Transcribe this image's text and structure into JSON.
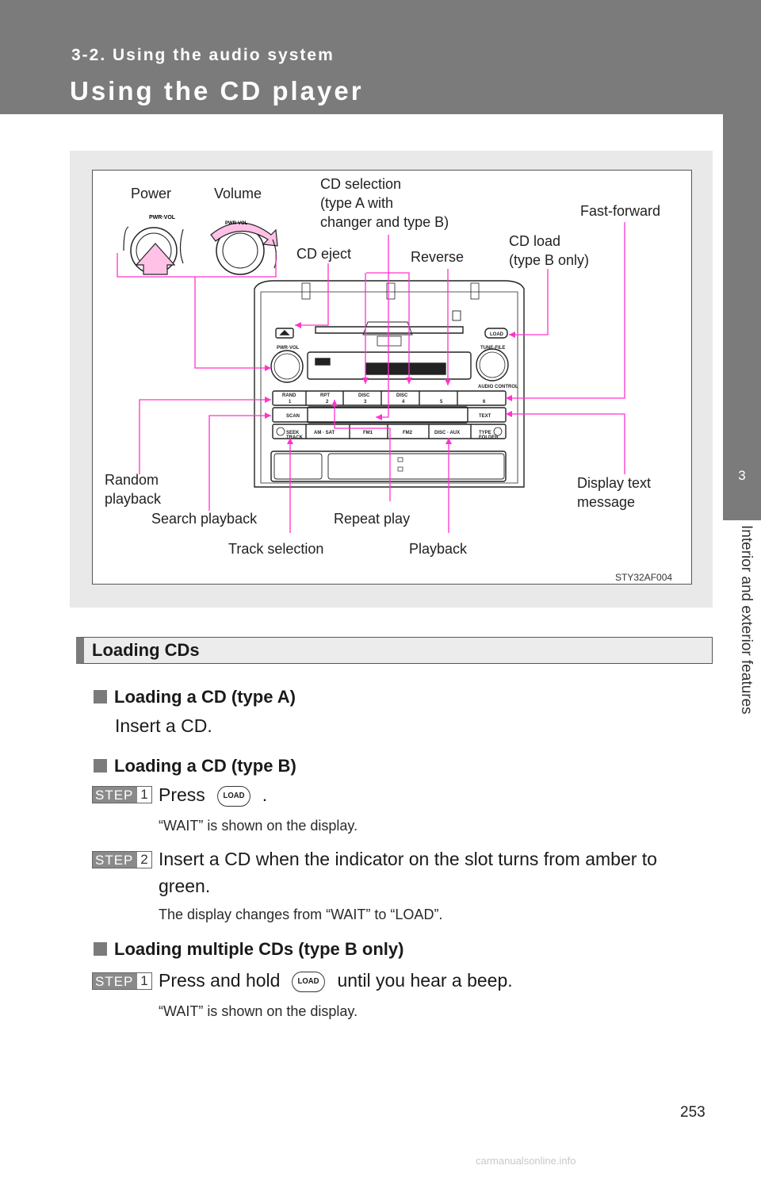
{
  "header": {
    "section": "3-2. Using the audio system",
    "title": "Using the CD player"
  },
  "side_tab": {
    "chapter_number": "3",
    "chapter_title": "Interior and exterior features"
  },
  "figure": {
    "image_code": "STY32AF004",
    "labels": {
      "power": "Power",
      "volume": "Volume",
      "cd_selection": "CD selection\n(type A with\nchanger and type B)",
      "fast_forward": "Fast-forward",
      "cd_eject": "CD eject",
      "reverse": "Reverse",
      "cd_load": "CD load\n(type B only)",
      "random_playback": "Random\nplayback",
      "display_text": "Display text\nmessage",
      "search_playback": "Search playback",
      "repeat_play": "Repeat play",
      "track_selection": "Track selection",
      "playback": "Playback"
    },
    "panel_text": {
      "pwr_vol": "PWR·VOL",
      "tune_file": "TUNE·FILE",
      "load": "LOAD",
      "audio_control": "AUDIO CONTROL",
      "rand": "RAND",
      "rpt": "RPT",
      "disc": "DISC",
      "scan": "SCAN",
      "text": "TEXT",
      "seek_track": "SEEK\nTRACK",
      "am_sat": "AM · SAT",
      "fm1": "FM1",
      "fm2": "FM2",
      "disc_aux": "DISC · AUX",
      "type_folder": "TYPE\nFOLDER",
      "n1": "1",
      "n2": "2",
      "n3": "3",
      "n4": "4",
      "n5": "5",
      "n6": "6"
    }
  },
  "loading": {
    "heading": "Loading CDs",
    "type_a": {
      "heading": "Loading a CD (type A)",
      "text": "Insert a CD."
    },
    "type_b": {
      "heading": "Loading a CD (type B)",
      "step1_label": "STEP",
      "step1_num": "1",
      "step1_press": "Press",
      "step1_end": ".",
      "step1_note": "“WAIT” is shown on the display.",
      "step2_label": "STEP",
      "step2_num": "2",
      "step2_text": "Insert a CD when the indicator on the slot turns from amber to green.",
      "step2_note": "The display changes from “WAIT” to “LOAD”."
    },
    "multiple": {
      "heading": "Loading multiple CDs (type B only)",
      "step1_label": "STEP",
      "step1_num": "1",
      "step1_press": "Press and hold",
      "step1_end": "until you hear a beep.",
      "step1_note": "“WAIT” is shown on the display."
    },
    "load_button": "LOAD"
  },
  "page_number": "253",
  "watermark": "carmanualsonline.info",
  "colors": {
    "header_gray": "#7b7b7b",
    "leader_magenta": "#ff33cc",
    "figure_bg": "#e9e9e9"
  }
}
